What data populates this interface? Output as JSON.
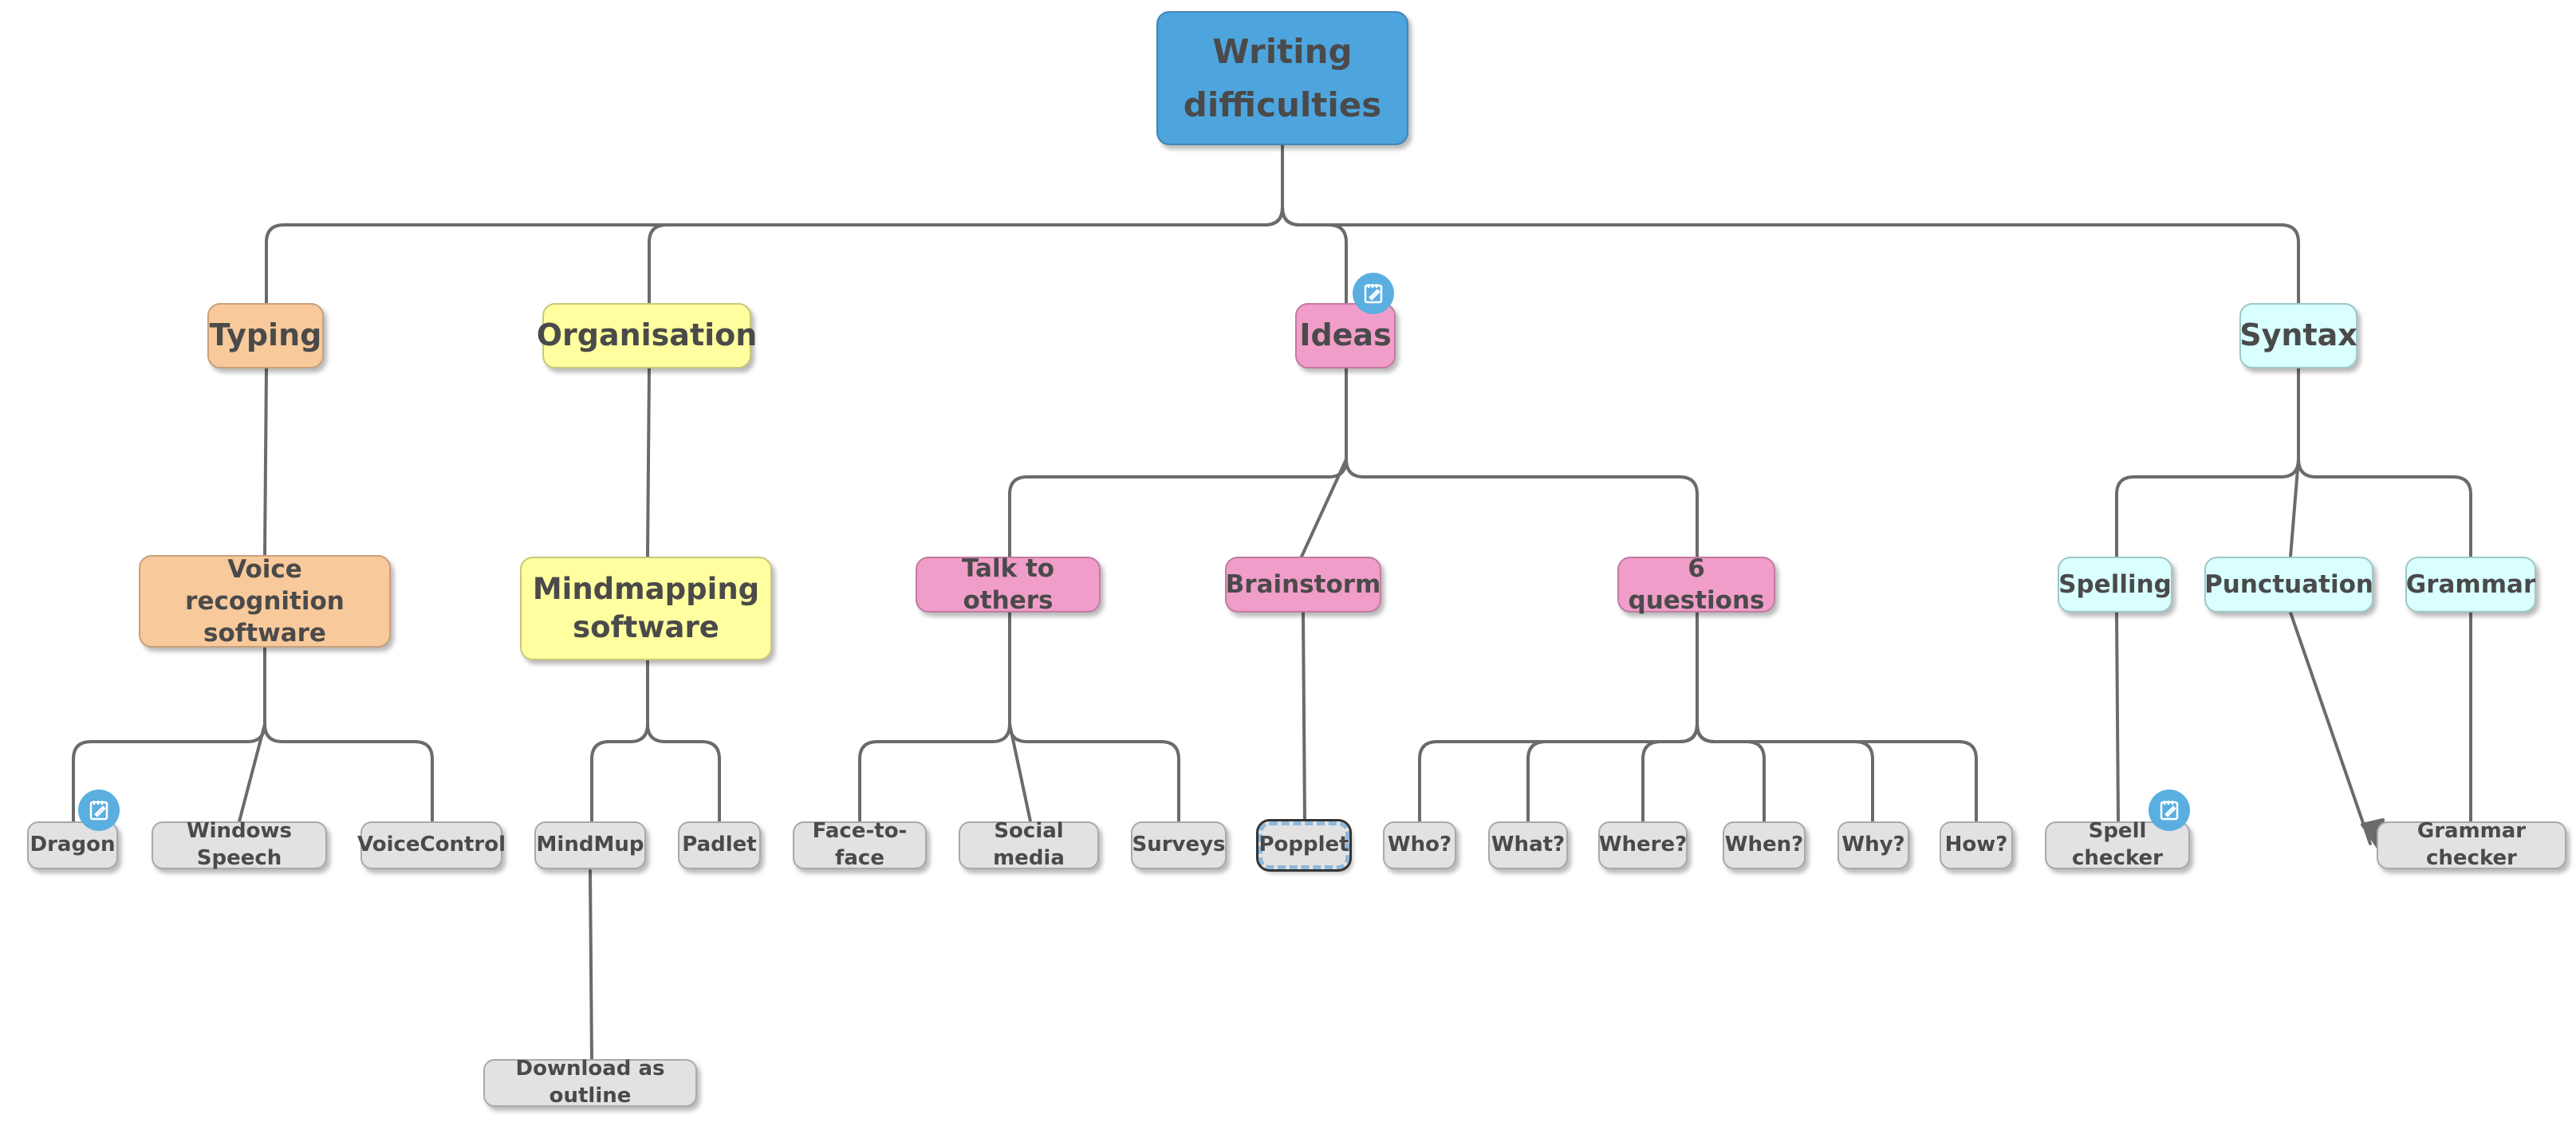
{
  "mindmap": {
    "root": "Writing difficulties",
    "level1": {
      "typing": "Typing",
      "organisation": "Organisation",
      "ideas": "Ideas",
      "syntax": "Syntax"
    },
    "level2": {
      "voice_recognition": "Voice recognition software",
      "mindmapping": "Mindmapping software",
      "talk_to_others": "Talk to others",
      "brainstorm": "Brainstorm",
      "six_questions": "6 questions",
      "spelling": "Spelling",
      "punctuation": "Punctuation",
      "grammar": "Grammar"
    },
    "leaves": {
      "dragon": "Dragon",
      "windows_speech": "Windows Speech",
      "voicecontrol": "VoiceControl",
      "mindmup": "MindMup",
      "padlet": "Padlet",
      "download_outline": "Download as outline",
      "face_to_face": "Face-to-face",
      "social_media": "Social media",
      "surveys": "Surveys",
      "popplet": "Popplet",
      "who": "Who?",
      "what": "What?",
      "where": "Where?",
      "when": "When?",
      "why": "Why?",
      "how": "How?",
      "spell_checker": "Spell checker",
      "grammar_checker": "Grammar checker"
    },
    "colors": {
      "root": "#4ea5de",
      "typing": "#f8ca9b",
      "organisation": "#ffffa0",
      "ideas": "#f19dc9",
      "syntax": "#d9ffff",
      "leaf": "#e2e2e2",
      "connector": "#6b6b6b",
      "note_badge": "#5aaee0"
    },
    "icons": [
      "note-icon"
    ]
  }
}
